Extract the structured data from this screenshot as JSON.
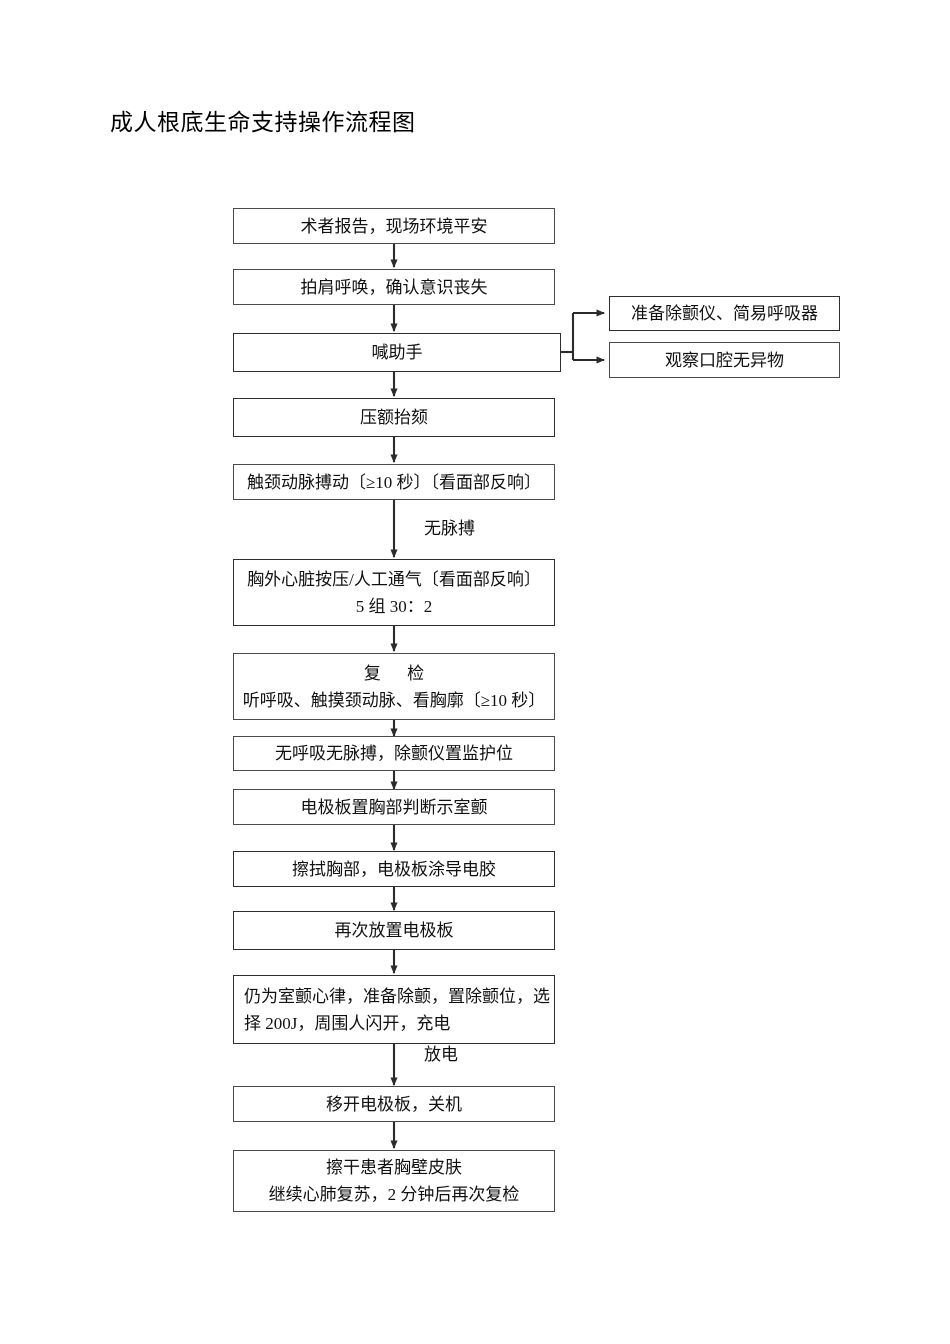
{
  "document": {
    "title": "成人根底生命支持操作流程图"
  },
  "flowchart": {
    "type": "flowchart",
    "orientation": "top-to-bottom",
    "main_nodes": [
      {
        "id": "n1",
        "text_lines": [
          "术者报告，现场环境平安"
        ]
      },
      {
        "id": "n2",
        "text_lines": [
          "拍肩呼唤，确认意识丧失"
        ]
      },
      {
        "id": "n3",
        "text_lines": [
          "喊助手"
        ]
      },
      {
        "id": "n4",
        "text_lines": [
          "压额抬颏"
        ]
      },
      {
        "id": "n5",
        "text_lines": [
          "触颈动脉搏动〔≥10 秒〕〔看面部反响〕"
        ]
      },
      {
        "id": "n6",
        "text_lines": [
          "胸外心脏按压/人工通气〔看面部反响〕",
          "5 组 30：2"
        ]
      },
      {
        "id": "n7",
        "text_lines": [
          "复  检",
          "听呼吸、触摸颈动脉、看胸廓〔≥10 秒〕"
        ]
      },
      {
        "id": "n8",
        "text_lines": [
          "无呼吸无脉搏，除颤仪置监护位"
        ]
      },
      {
        "id": "n9",
        "text_lines": [
          "电极板置胸部判断示室颤"
        ]
      },
      {
        "id": "n10",
        "text_lines": [
          "擦拭胸部，电极板涂导电胶"
        ]
      },
      {
        "id": "n11",
        "text_lines": [
          "再次放置电极板"
        ]
      },
      {
        "id": "n12",
        "text_lines": [
          "仍为室颤心律，准备除颤，置除颤位，选",
          "择 200J，周围人闪开，充电"
        ]
      },
      {
        "id": "n13",
        "text_lines": [
          "移开电极板，关机"
        ]
      },
      {
        "id": "n14",
        "text_lines": [
          "擦干患者胸壁皮肤",
          "继续心肺复苏，2 分钟后再次复检"
        ]
      }
    ],
    "branch_nodes": [
      {
        "id": "b1",
        "text_lines": [
          "准备除颤仪、简易呼吸器"
        ],
        "from": "n3"
      },
      {
        "id": "b2",
        "text_lines": [
          "观察口腔无异物"
        ],
        "from": "n3"
      }
    ],
    "edge_labels": [
      {
        "id": "e1",
        "text": "无脉搏",
        "between": [
          "n5",
          "n6"
        ]
      },
      {
        "id": "e2",
        "text": "放电",
        "between": [
          "n12",
          "n13"
        ]
      }
    ],
    "colors": {
      "box_border": "#4a4a4a",
      "box_border_thick": "#2e2e2e",
      "text": "#111111",
      "connector": "#2b2b2b",
      "background": "#ffffff"
    }
  }
}
